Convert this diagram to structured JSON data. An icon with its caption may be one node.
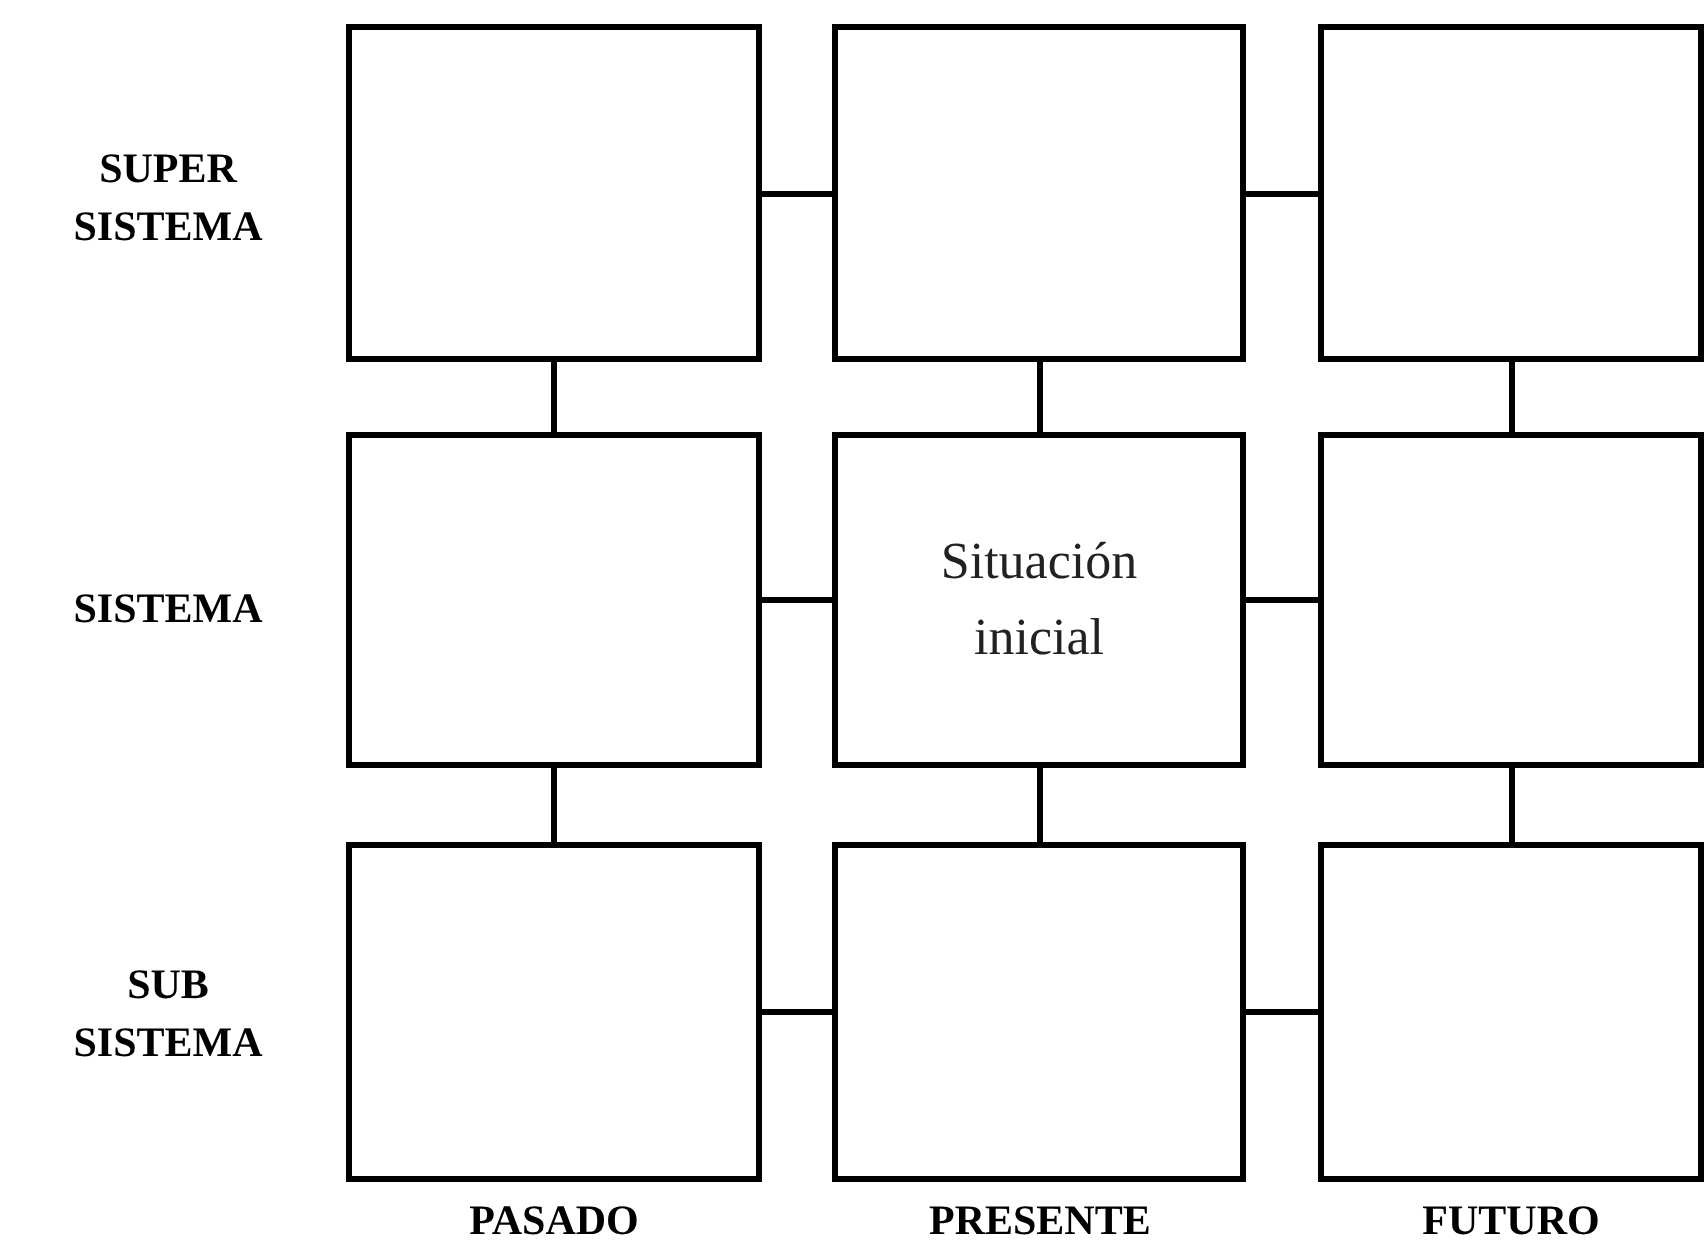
{
  "diagram": {
    "nodes": [
      {
        "text": [],
        "shape": "box"
      },
      {
        "text": [],
        "shape": "box"
      },
      {
        "text": [],
        "shape": "box"
      },
      {
        "text": [],
        "shape": "box"
      },
      {
        "text": [
          "Situación inicial"
        ]
      },
      {
        "text": [],
        "shape": "box"
      },
      {
        "text": [],
        "shape": "box"
      },
      {
        "text": [],
        "shape": "box"
      },
      {
        "text": [],
        "shape": "box"
      }
    ],
    "edges": [
      {
        "from": 0,
        "to": 1,
        "arrow": "none"
      },
      {
        "from": 1,
        "to": 2,
        "arrow": "none"
      },
      {
        "from": 3,
        "to": 4,
        "arrow": "none"
      },
      {
        "from": 4,
        "to": 5,
        "arrow": "none"
      },
      {
        "from": 6,
        "to": 7,
        "arrow": "none"
      },
      {
        "from": 7,
        "to": 8,
        "arrow": "none"
      },
      {
        "from": 0,
        "to": 3,
        "arrow": "none"
      },
      {
        "from": 3,
        "to": 6,
        "arrow": "none"
      },
      {
        "from": 1,
        "to": 4,
        "arrow": "none"
      },
      {
        "from": 4,
        "to": 7,
        "arrow": "none"
      },
      {
        "from": 2,
        "to": 5,
        "arrow": "none"
      },
      {
        "from": 5,
        "to": 8,
        "arrow": "none"
      }
    ],
    "labels": [
      "SUPER SISTEMA",
      "SISTEMA",
      "SUB SISTEMA",
      "PASADO",
      "PRESENTE",
      "FUTURO"
    ]
  }
}
